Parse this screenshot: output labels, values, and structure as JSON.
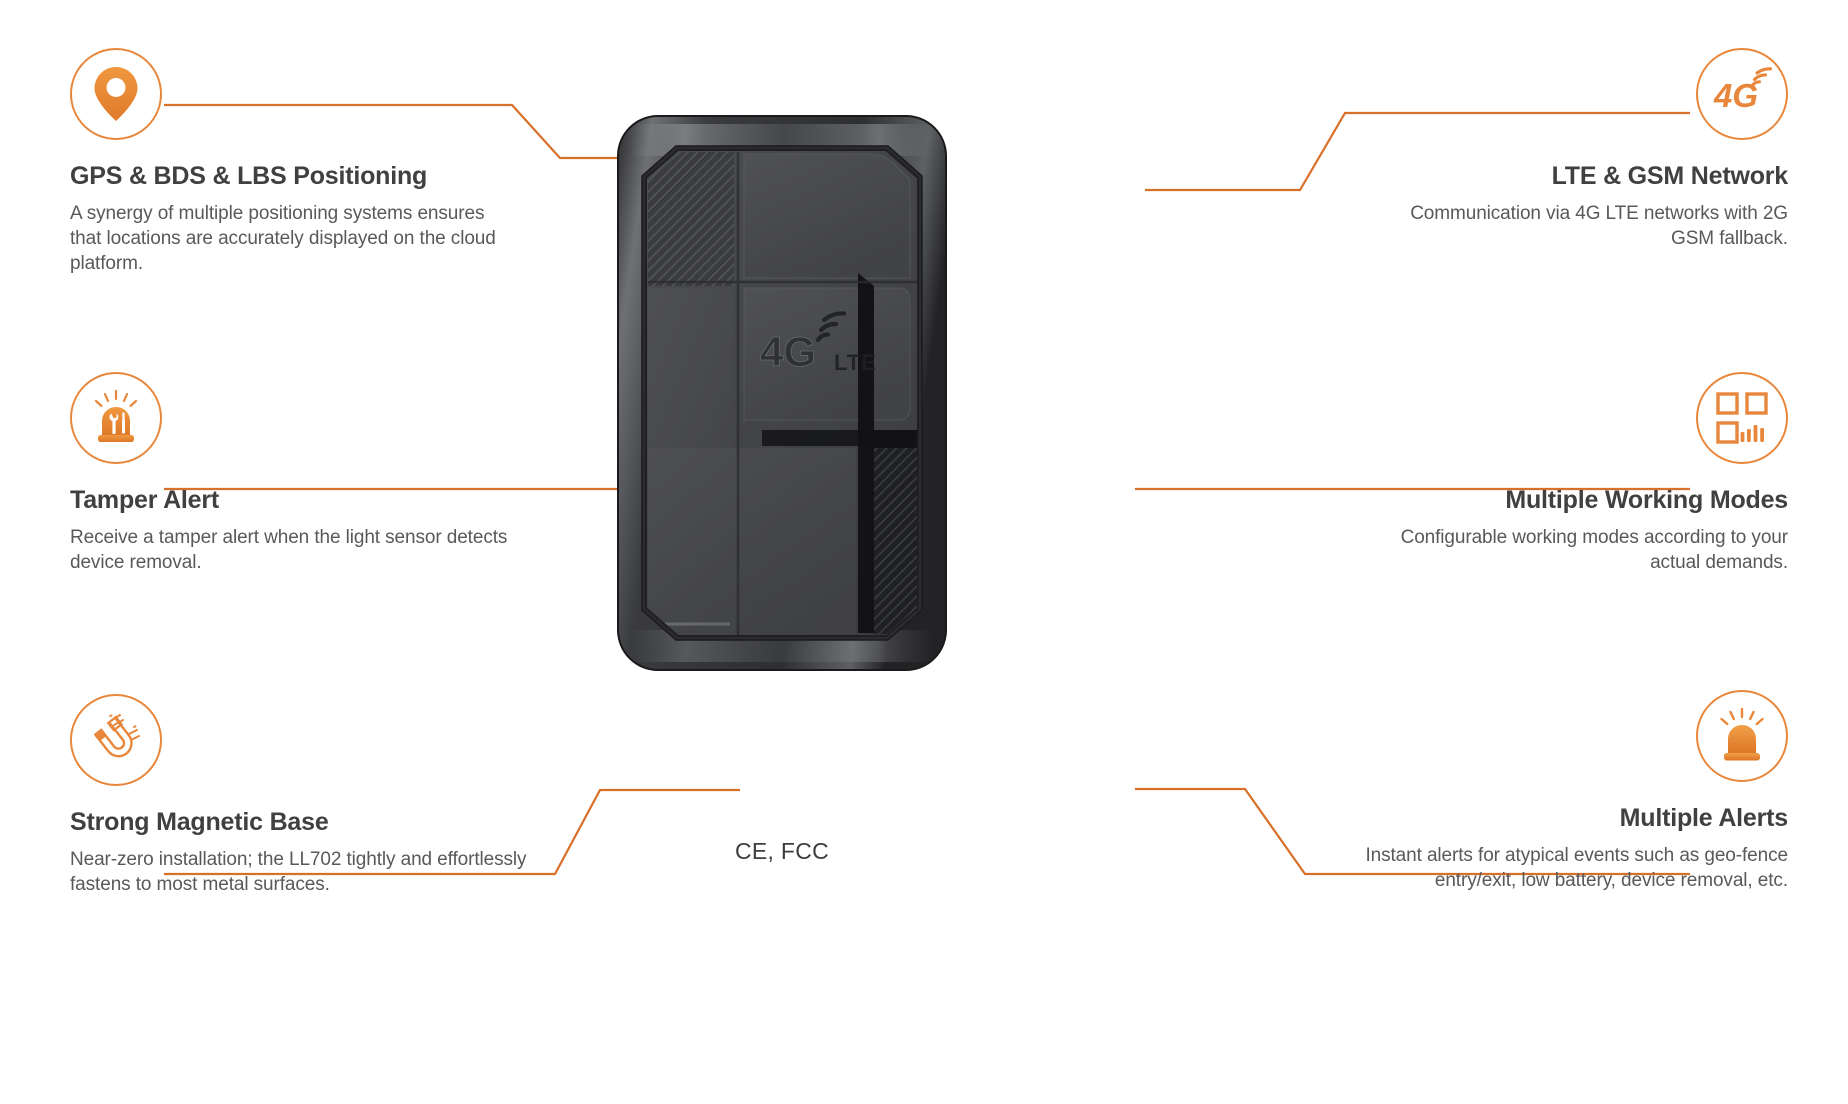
{
  "theme": {
    "accent": "#E8873B",
    "line": "#D9702A",
    "title_color": "#404040",
    "body_color": "#595959",
    "background": "#FFFFFF"
  },
  "features": {
    "gps": {
      "icon": "location-pin-icon",
      "title": "GPS & BDS & LBS Positioning",
      "body": "A synergy of multiple positioning systems ensures that locations are accurately displayed on the cloud platform."
    },
    "tamper": {
      "icon": "tamper-siren-tools-icon",
      "title": "Tamper Alert",
      "body": "Receive a tamper alert when the light sensor detects device removal."
    },
    "magnet": {
      "icon": "horseshoe-magnet-icon",
      "title": "Strong Magnetic Base",
      "body": "Near-zero installation; the LL702 tightly and effortlessly fastens to most metal surfaces."
    },
    "lte": {
      "icon": "4g-signal-icon",
      "icon_label": "4G",
      "title": "LTE & GSM Network",
      "body": "Communication via 4G LTE networks with 2G GSM fallback."
    },
    "modes": {
      "icon": "qr-grid-modes-icon",
      "title": "Multiple Working Modes",
      "body": "Configurable working modes according to your actual demands."
    },
    "alerts": {
      "icon": "alert-beacon-icon",
      "title": "Multiple Alerts",
      "body": "Instant alerts for atypical events such as geo-fence entry/exit, low battery, device removal, etc."
    }
  },
  "device": {
    "name": "LL702 GPS tracker",
    "logo_primary": "4G",
    "logo_secondary": "LTE"
  },
  "certification": "CE, FCC"
}
